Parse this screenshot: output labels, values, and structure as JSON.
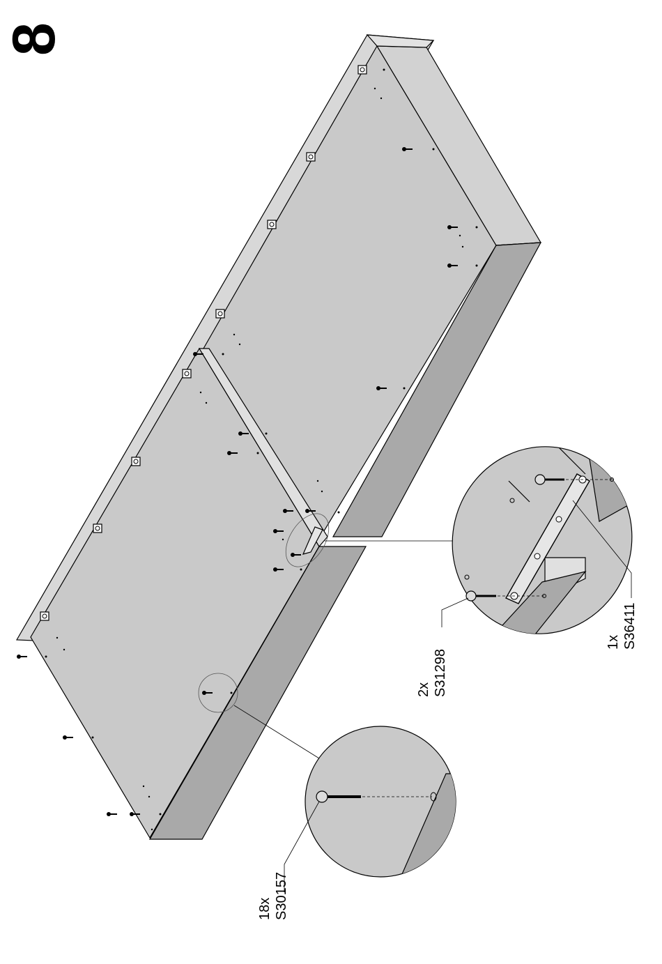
{
  "step": {
    "number": "8"
  },
  "parts": [
    {
      "qty": "18x",
      "code": "S30157"
    },
    {
      "qty": "2x",
      "code": "S31298"
    },
    {
      "qty": "1x",
      "code": "S36411"
    }
  ]
}
